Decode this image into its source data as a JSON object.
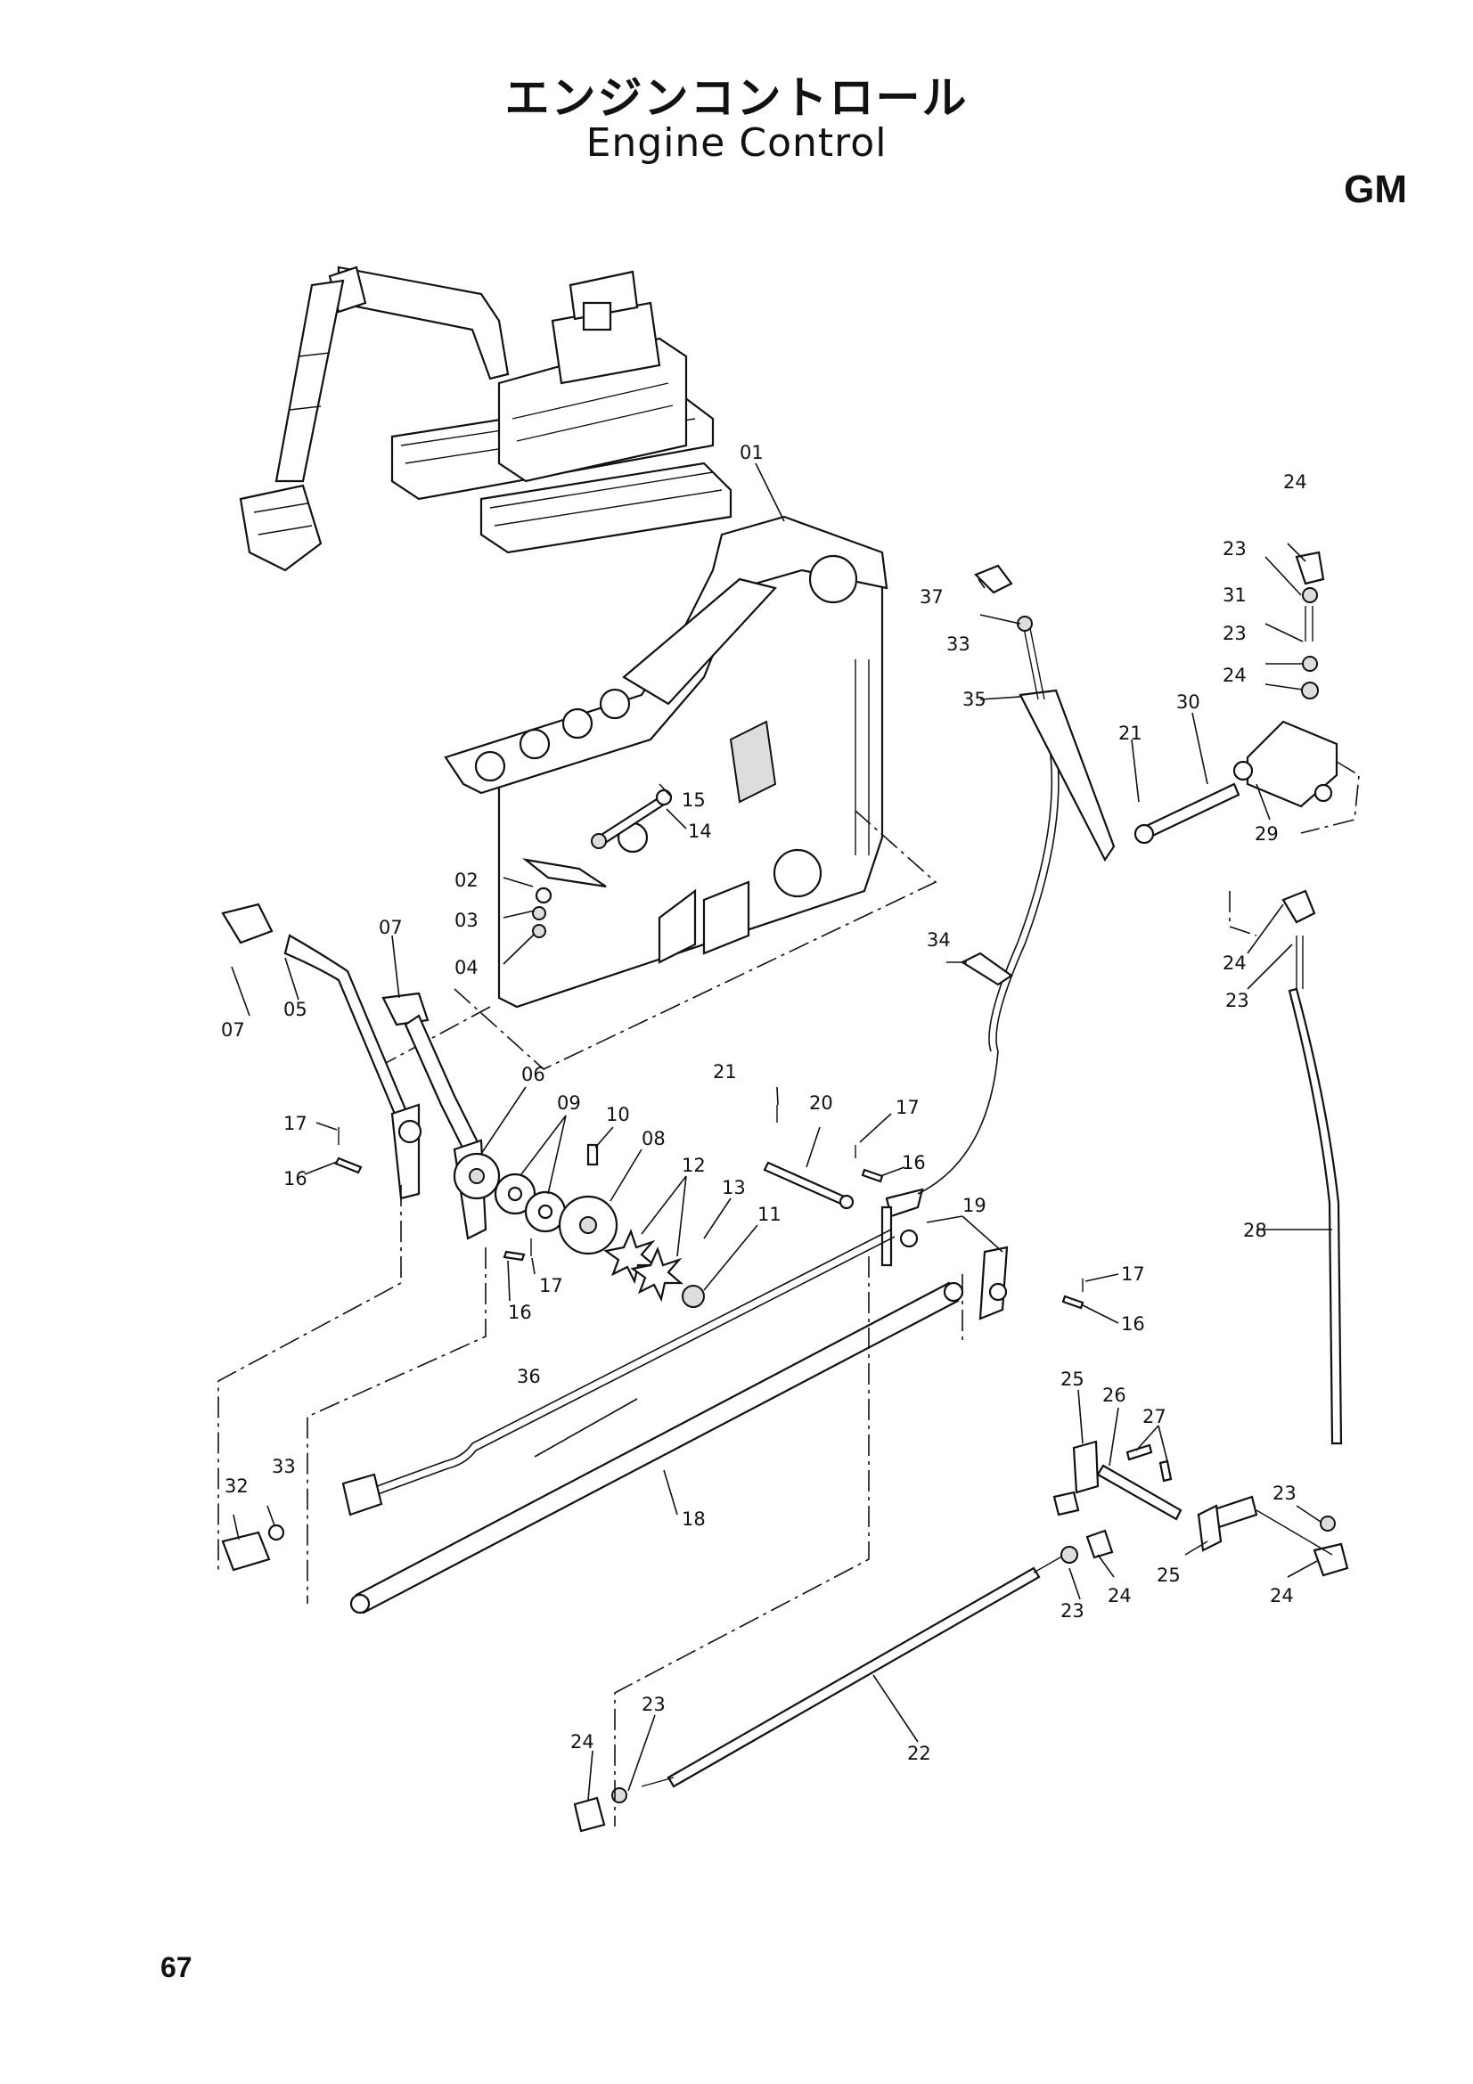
{
  "title_jp": "エンジンコントロール",
  "title_en": "Engine Control",
  "section_code": "GM",
  "page_number": "67",
  "callouts": [
    {
      "id": "c01",
      "text": "01"
    },
    {
      "id": "c02",
      "text": "02"
    },
    {
      "id": "c03",
      "text": "03"
    },
    {
      "id": "c04",
      "text": "04"
    },
    {
      "id": "c05",
      "text": "05"
    },
    {
      "id": "c06",
      "text": "06"
    },
    {
      "id": "c07a",
      "text": "07"
    },
    {
      "id": "c07b",
      "text": "07"
    },
    {
      "id": "c08",
      "text": "08"
    },
    {
      "id": "c09",
      "text": "09"
    },
    {
      "id": "c10",
      "text": "10"
    },
    {
      "id": "c11",
      "text": "11"
    },
    {
      "id": "c12",
      "text": "12"
    },
    {
      "id": "c13",
      "text": "13"
    },
    {
      "id": "c14",
      "text": "14"
    },
    {
      "id": "c15",
      "text": "15"
    },
    {
      "id": "c16a",
      "text": "16"
    },
    {
      "id": "c16b",
      "text": "16"
    },
    {
      "id": "c16c",
      "text": "16"
    },
    {
      "id": "c16d",
      "text": "16"
    },
    {
      "id": "c17a",
      "text": "17"
    },
    {
      "id": "c17b",
      "text": "17"
    },
    {
      "id": "c17c",
      "text": "17"
    },
    {
      "id": "c17d",
      "text": "17"
    },
    {
      "id": "c18",
      "text": "18"
    },
    {
      "id": "c19",
      "text": "19"
    },
    {
      "id": "c20",
      "text": "20"
    },
    {
      "id": "c21a",
      "text": "21"
    },
    {
      "id": "c21b",
      "text": "21"
    },
    {
      "id": "c22",
      "text": "22"
    },
    {
      "id": "c23a",
      "text": "23"
    },
    {
      "id": "c23b",
      "text": "23"
    },
    {
      "id": "c23c",
      "text": "23"
    },
    {
      "id": "c23d",
      "text": "23"
    },
    {
      "id": "c23e",
      "text": "23"
    },
    {
      "id": "c23f",
      "text": "23"
    },
    {
      "id": "c24a",
      "text": "24"
    },
    {
      "id": "c24b",
      "text": "24"
    },
    {
      "id": "c24c",
      "text": "24"
    },
    {
      "id": "c24d",
      "text": "24"
    },
    {
      "id": "c24e",
      "text": "24"
    },
    {
      "id": "c24f",
      "text": "24"
    },
    {
      "id": "c25a",
      "text": "25"
    },
    {
      "id": "c25b",
      "text": "25"
    },
    {
      "id": "c26",
      "text": "26"
    },
    {
      "id": "c27",
      "text": "27"
    },
    {
      "id": "c28",
      "text": "28"
    },
    {
      "id": "c29",
      "text": "29"
    },
    {
      "id": "c30",
      "text": "30"
    },
    {
      "id": "c31",
      "text": "31"
    },
    {
      "id": "c32",
      "text": "32"
    },
    {
      "id": "c33a",
      "text": "33"
    },
    {
      "id": "c33b",
      "text": "33"
    },
    {
      "id": "c34",
      "text": "34"
    },
    {
      "id": "c35",
      "text": "35"
    },
    {
      "id": "c36",
      "text": "36"
    },
    {
      "id": "c37",
      "text": "37"
    }
  ]
}
